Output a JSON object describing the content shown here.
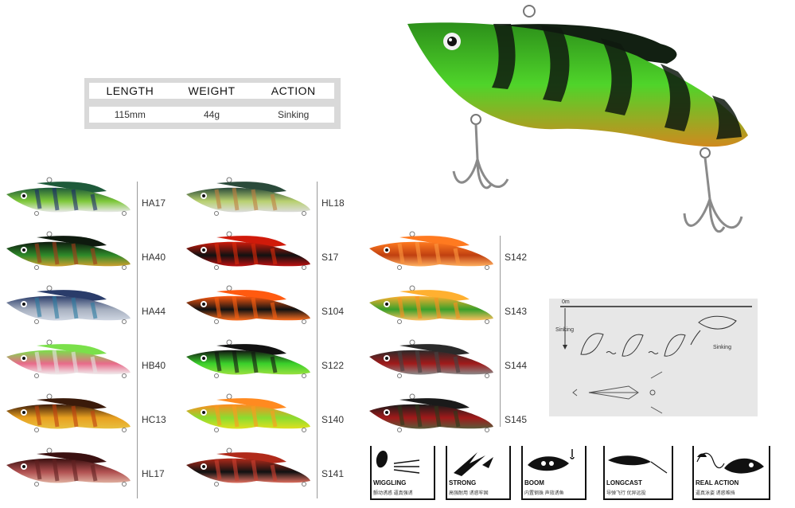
{
  "spec": {
    "headers": [
      "LENGTH",
      "WEIGHT",
      "ACTION"
    ],
    "values": [
      "115mm",
      "44g",
      "Sinking"
    ]
  },
  "lures": {
    "col1": [
      "HA17",
      "HA40",
      "HA44",
      "HB40",
      "HC13",
      "HL17"
    ],
    "col2": [
      "HL18",
      "S17",
      "S104",
      "S122",
      "S140",
      "S141"
    ],
    "col3": [
      "S142",
      "S143",
      "S144",
      "S145"
    ]
  },
  "diagram": {
    "depth_label": "0m",
    "side_label": "Sinking",
    "right_label": "Sinking"
  },
  "features": [
    {
      "title": "WIGGLING",
      "sub": "颤动诱惑 逼真强诱"
    },
    {
      "title": "STRONG",
      "sub": "高强耐用 诱惑牢固"
    },
    {
      "title": "BOOM",
      "sub": "内置钢珠 声效诱鱼"
    },
    {
      "title": "LONGCAST",
      "sub": "导弹飞行 优异远投"
    },
    {
      "title": "REAL ACTION",
      "sub": "逼真泳姿 诱惑难挡"
    }
  ],
  "colors": {
    "hero_green": "#4fd42a",
    "hero_black": "#0f1a0f",
    "belly_orange": "#e59a20"
  }
}
